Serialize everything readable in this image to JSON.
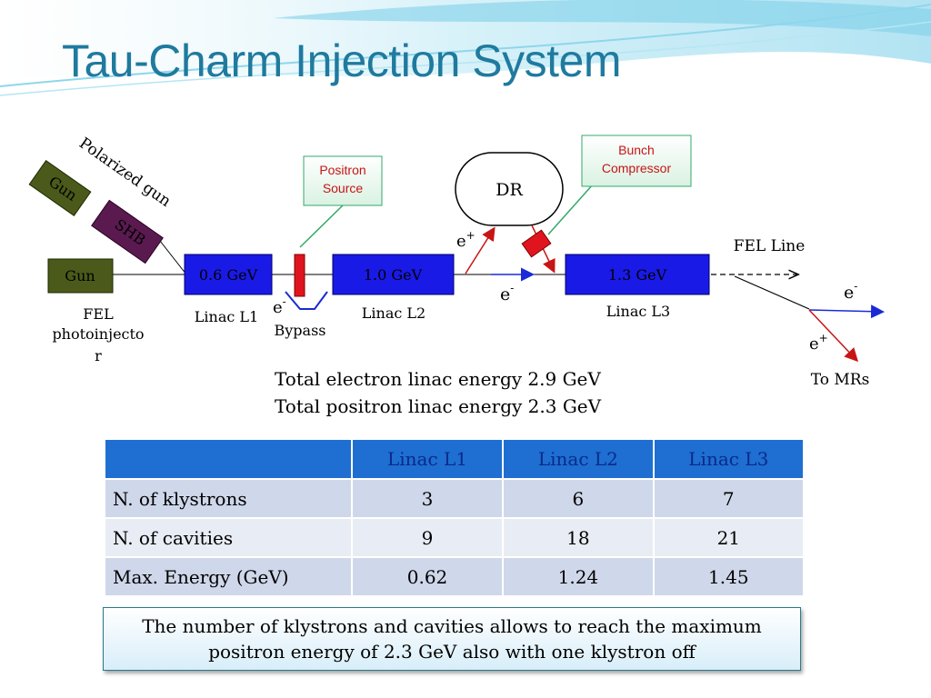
{
  "slide": {
    "title": "Tau-Charm Injection System"
  },
  "diagram": {
    "polarized_gun_label": "Polarized gun",
    "gun_top_label": "Gun",
    "shb_label": "SHB",
    "gun_bottom_label": "Gun",
    "fel_photoinjector_lines": [
      "FEL",
      "photoinjecto",
      "r"
    ],
    "linac_l1_energy": "0.6 GeV",
    "linac_l1_label": "Linac L1",
    "linac_l2_energy": "1.0 GeV",
    "linac_l2_label": "Linac L2",
    "linac_l3_energy": "1.3 GeV",
    "linac_l3_label": "Linac L3",
    "positron_source_lines": [
      "Positron",
      "Source"
    ],
    "bunch_compressor_lines": [
      "Bunch",
      "Compressor"
    ],
    "dr_label": "DR",
    "bypass_label": "Bypass",
    "fel_line_label": "FEL Line",
    "to_mrs_label": "To MRs",
    "electron_symbol": "e",
    "electron_sup": "-",
    "positron_symbol": "e",
    "positron_sup": "+"
  },
  "totals": {
    "electron": "Total electron linac energy 2.9 GeV",
    "positron": "Total positron linac energy 2.3 GeV"
  },
  "table": {
    "headers": [
      "",
      "Linac L1",
      "Linac L2",
      "Linac L3"
    ],
    "rows": [
      [
        "N. of klystrons",
        "3",
        "6",
        "7"
      ],
      [
        "N. of cavities",
        "9",
        "18",
        "21"
      ],
      [
        "Max. Energy (GeV)",
        "0.62",
        "1.24",
        "1.45"
      ]
    ]
  },
  "note": {
    "line1": "The number of klystrons and cavities allows to reach the maximum",
    "line2": "positron energy of 2.3 GeV also with one klystron off"
  },
  "colors": {
    "title": "#1f7a9e",
    "linac_box": "#1a1ae6",
    "gun_box": "#4b5a1a",
    "shb_box": "#5a1a50",
    "callout_border": "#33a86b",
    "positron_arrow": "#c81414",
    "electron_arrow": "#1a2ad6",
    "table_header": "#1e6fd1"
  }
}
